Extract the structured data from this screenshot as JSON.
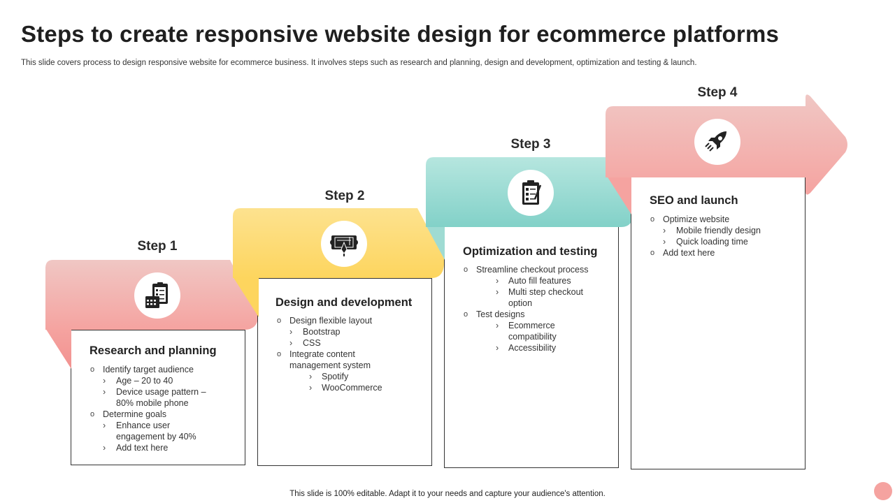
{
  "title": "Steps to create responsive website design for ecommerce platforms",
  "subtitle": "This slide covers process to design responsive website for ecommerce business. It involves steps such as research and planning, design and development, optimization and testing & launch.",
  "footer": "This slide is 100% editable. Adapt it to your needs and capture your audience's attention.",
  "colors": {
    "pink": "#f5a3a0",
    "yellow": "#fdd55e",
    "teal": "#82d1c8"
  },
  "steps": [
    {
      "label": "Step 1",
      "icon": "calendar-clipboard-icon",
      "title": "Research and planning",
      "items": [
        {
          "text": "Identify target audience",
          "level": 1
        },
        {
          "text": "Age – 20 to 40",
          "level": 2
        },
        {
          "text": "Device usage pattern –",
          "level": 2
        },
        {
          "text": "80% mobile phone",
          "level": 3
        },
        {
          "text": "Determine goals",
          "level": 1
        },
        {
          "text": "Enhance user",
          "level": 2
        },
        {
          "text": "engagement  by 40%",
          "level": 3
        },
        {
          "text": "Add text here",
          "level": 2
        }
      ]
    },
    {
      "label": "Step 2",
      "icon": "blueprint-icon",
      "title": "Design and development",
      "items": [
        {
          "text": "Design flexible layout",
          "level": 1
        },
        {
          "text": "Bootstrap",
          "level": 2
        },
        {
          "text": "CSS",
          "level": 2
        },
        {
          "text": "Integrate content",
          "level": 1
        },
        {
          "text": "management system",
          "level": 4
        },
        {
          "text": "Spotify",
          "level": 5
        },
        {
          "text": "WooCommerce",
          "level": 5
        }
      ]
    },
    {
      "label": "Step 3",
      "icon": "checklist-icon",
      "title": "Optimization and testing",
      "items": [
        {
          "text": "Streamline checkout process",
          "level": 1
        },
        {
          "text": "Auto fill features",
          "level": 5
        },
        {
          "text": "Multi step checkout",
          "level": 5
        },
        {
          "text": "option",
          "level": 6
        },
        {
          "text": "Test designs",
          "level": 1
        },
        {
          "text": "Ecommerce",
          "level": 5
        },
        {
          "text": "compatibility",
          "level": 6
        },
        {
          "text": "Accessibility",
          "level": 5
        }
      ]
    },
    {
      "label": "Step 4",
      "icon": "rocket-icon",
      "title": "SEO and launch",
      "items": [
        {
          "text": "Optimize website",
          "level": 1
        },
        {
          "text": "Mobile friendly design",
          "level": 2
        },
        {
          "text": "Quick loading time",
          "level": 2
        },
        {
          "text": "Add text here",
          "level": 1
        }
      ]
    }
  ]
}
